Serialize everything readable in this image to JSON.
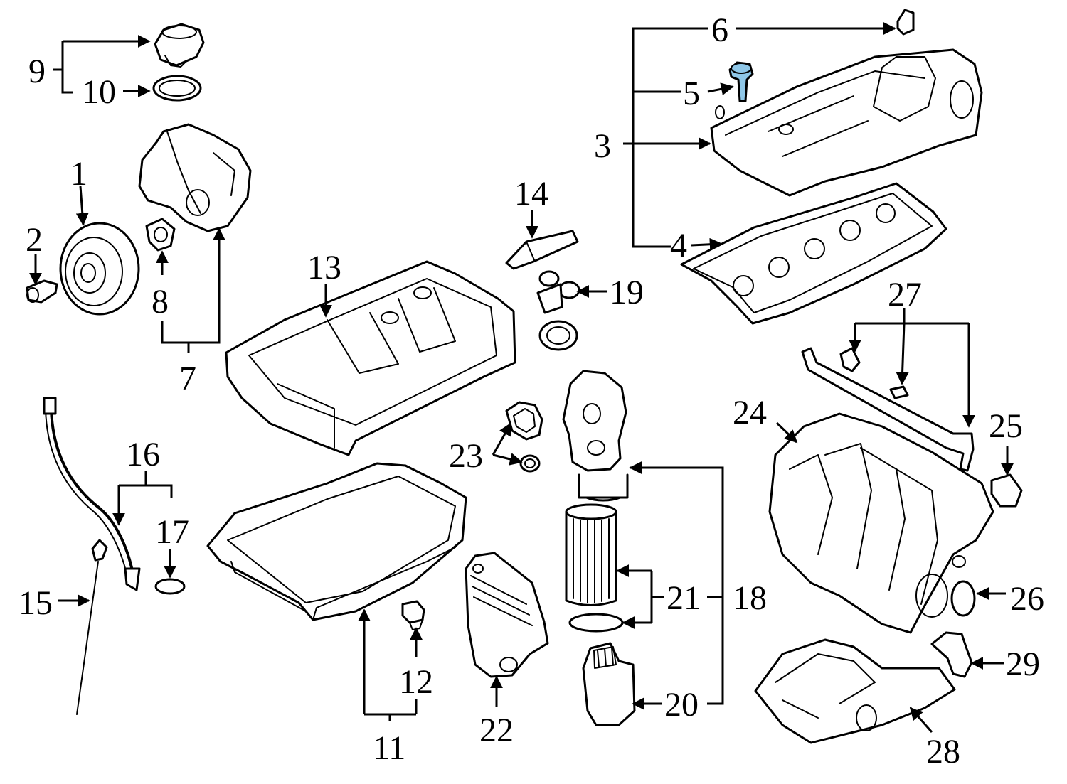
{
  "callouts": {
    "c1": "1",
    "c2": "2",
    "c3": "3",
    "c4": "4",
    "c5": "5",
    "c6": "6",
    "c7": "7",
    "c8": "8",
    "c9": "9",
    "c10": "10",
    "c11": "11",
    "c12": "12",
    "c13": "13",
    "c14": "14",
    "c15": "15",
    "c16": "16",
    "c17": "17",
    "c18": "18",
    "c19": "19",
    "c20": "20",
    "c21": "21",
    "c22": "22",
    "c23": "23",
    "c24": "24",
    "c25": "25",
    "c26": "26",
    "c27": "27",
    "c28": "28",
    "c29": "29"
  },
  "colors": {
    "line": "#000000",
    "background": "#ffffff",
    "highlight_part_5": "#8fc7e8"
  }
}
